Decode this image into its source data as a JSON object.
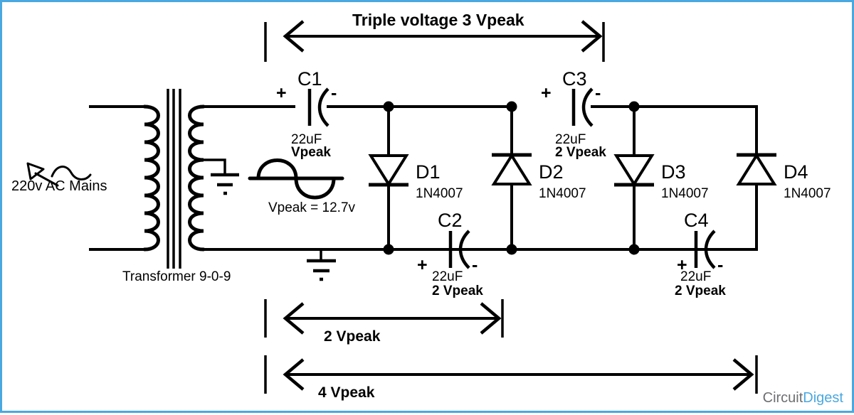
{
  "title": "Triple voltage 3 Vpeak",
  "source": {
    "label": "220v AC Mains",
    "symbol_name": "ac-source-icon"
  },
  "transformer": {
    "label": "Transformer 9-0-9"
  },
  "secondary": {
    "vpeak_note": "Vpeak = 12.7v",
    "ground_name": "secondary-center-tap-ground"
  },
  "capacitors": [
    {
      "ref": "C1",
      "value": "22uF",
      "rating": "Vpeak",
      "plus": "+",
      "minus": "-"
    },
    {
      "ref": "C2",
      "value": "22uF",
      "rating": "2 Vpeak",
      "plus": "+",
      "minus": "-"
    },
    {
      "ref": "C3",
      "value": "22uF",
      "rating": "2 Vpeak",
      "plus": "+",
      "minus": "-"
    },
    {
      "ref": "C4",
      "value": "22uF",
      "rating": "2 Vpeak",
      "plus": "+",
      "minus": "-"
    }
  ],
  "diodes": [
    {
      "ref": "D1",
      "part": "1N4007",
      "direction": "down"
    },
    {
      "ref": "D2",
      "part": "1N4007",
      "direction": "up"
    },
    {
      "ref": "D3",
      "part": "1N4007",
      "direction": "down"
    },
    {
      "ref": "D4",
      "part": "1N4007",
      "direction": "up"
    }
  ],
  "measurements": [
    {
      "id": "top",
      "label": "Triple voltage 3 Vpeak"
    },
    {
      "id": "middle",
      "label": "2 Vpeak"
    },
    {
      "id": "bottom",
      "label": "4  Vpeak"
    }
  ],
  "logo": {
    "first": "Circuit",
    "second": "Digest"
  },
  "colors": {
    "wire": "#000000",
    "border": "#4aa8e0",
    "logo_grey": "#6d6e71",
    "logo_blue": "#4aa8e0",
    "background": "#ffffff"
  }
}
